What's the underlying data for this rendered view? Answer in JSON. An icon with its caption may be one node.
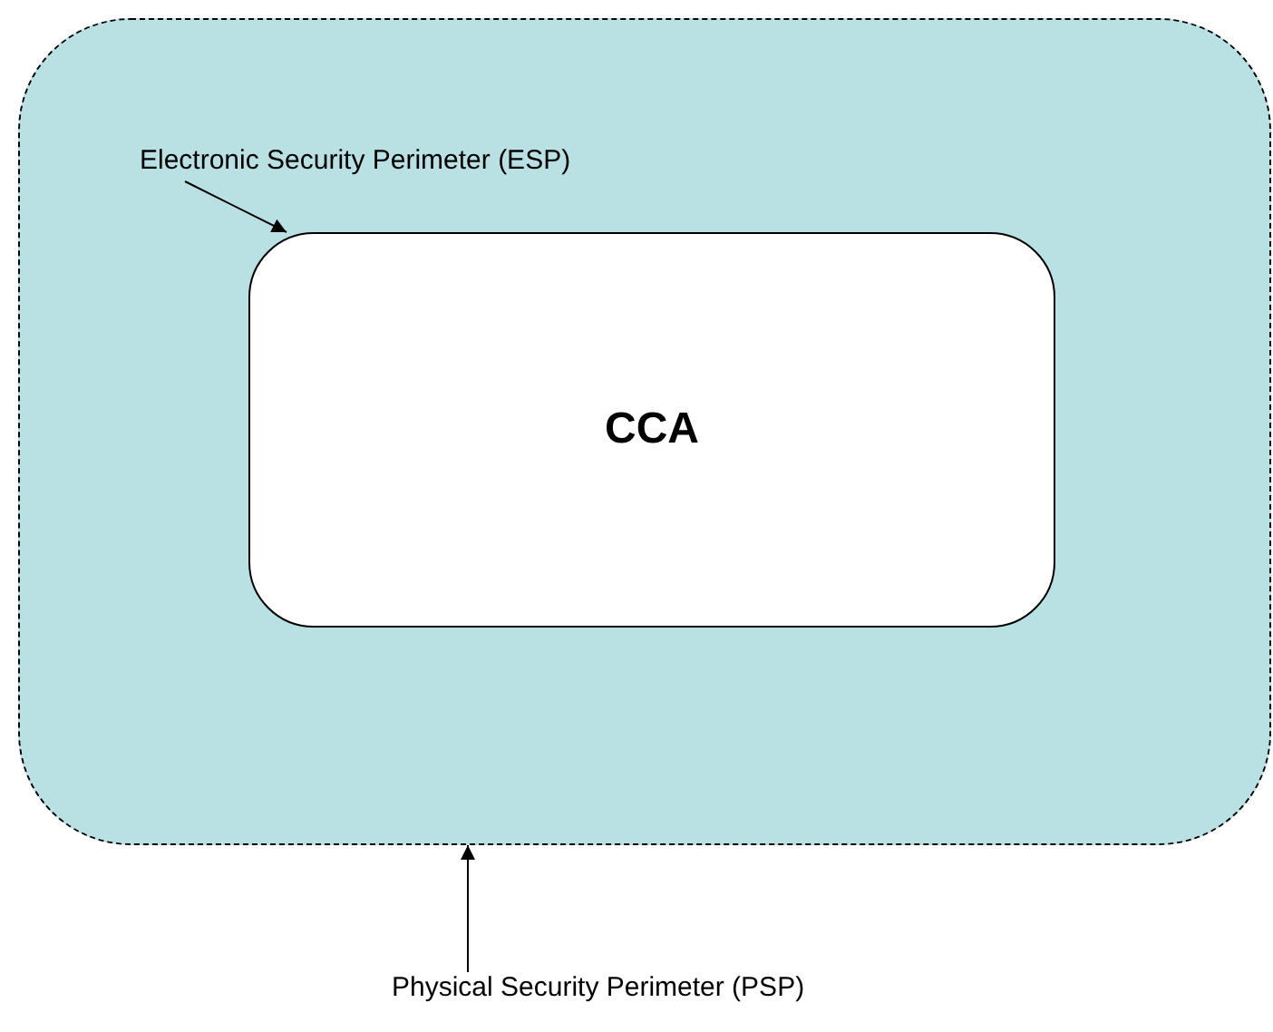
{
  "diagram": {
    "nodes": [
      {
        "text": [],
        "shape": "box"
      },
      {
        "text": [
          "CCA"
        ],
        "in": 0
      },
      {
        "text": [
          "Electronic Security Perimeter (ESP)"
        ],
        "in": 0
      },
      {
        "text": [
          "Physical Security Perimeter (PSP)"
        ]
      }
    ],
    "edges": [
      {
        "from": 2,
        "to": 1,
        "arrow": "to"
      },
      {
        "from": 3,
        "to": 0,
        "arrow": "to"
      }
    ]
  }
}
